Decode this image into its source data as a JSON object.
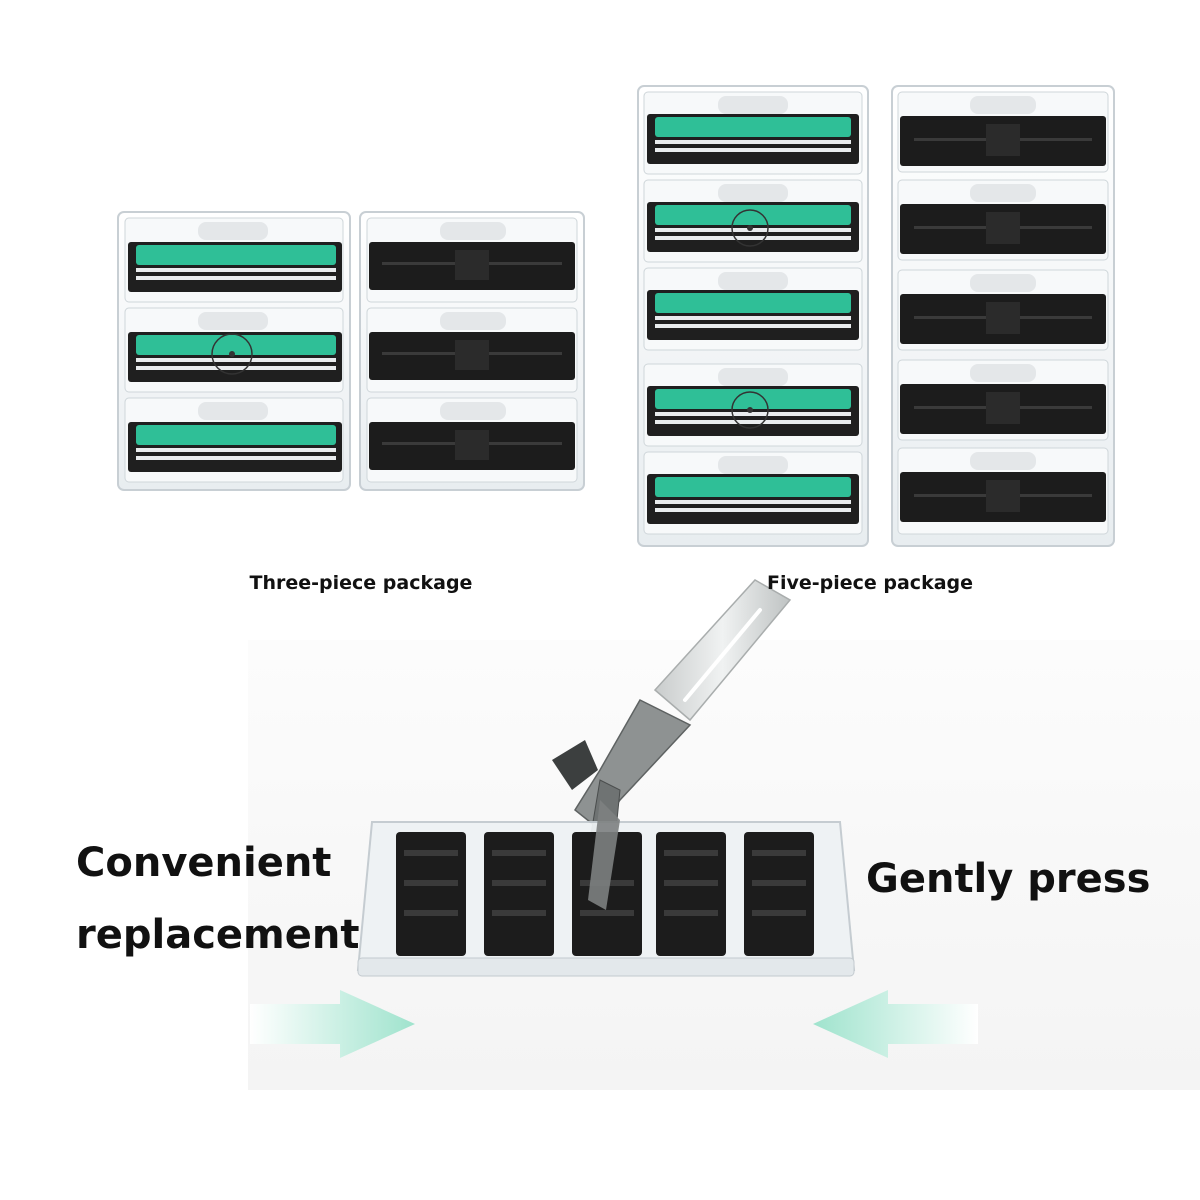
{
  "captions": {
    "three_piece": "Three-piece package",
    "five_piece": "Five-piece package"
  },
  "headline_left": {
    "line1": "Convenient",
    "line2": "replacement"
  },
  "headline_right": "Gently press",
  "colors": {
    "blade_strip": "#2fbf97",
    "cartridge_black": "#1c1c1c",
    "case_clear": "#eef2f4",
    "arrow": "#b8ecdc",
    "handle": "#d9dcdc"
  },
  "icons": {
    "left_arrow": "arrow-right-icon",
    "right_arrow": "arrow-left-icon"
  },
  "packages": {
    "three_piece_count": 3,
    "five_piece_count": 5,
    "tray_cartridges": 5
  }
}
